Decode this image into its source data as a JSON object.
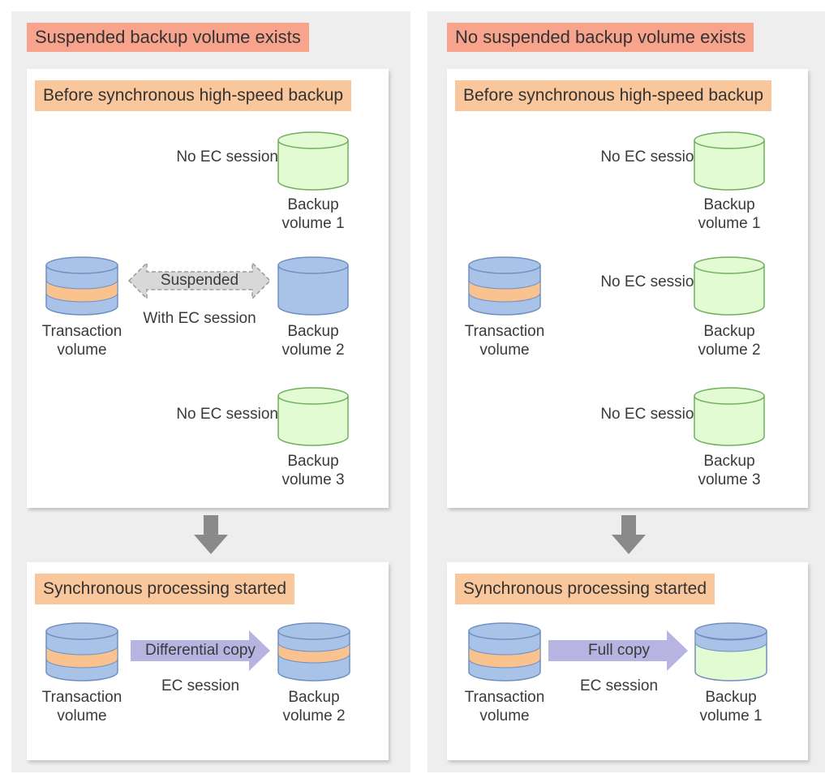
{
  "left": {
    "title": "Suspended backup volume exists",
    "before": {
      "title": "Before synchronous high-speed backup",
      "no_ec_1": "No EC session",
      "backup1": [
        "Backup",
        "volume 1"
      ],
      "suspended": "Suspended",
      "with_ec": "With EC session",
      "transaction": [
        "Transaction",
        "volume"
      ],
      "backup2": [
        "Backup",
        "volume 2"
      ],
      "no_ec_3": "No EC session",
      "backup3": [
        "Backup",
        "volume 3"
      ]
    },
    "after": {
      "title": "Synchronous processing started",
      "copy_label": "Differential copy",
      "ec_session": "EC session",
      "transaction": [
        "Transaction",
        "volume"
      ],
      "backup": [
        "Backup",
        "volume 2"
      ]
    }
  },
  "right": {
    "title": "No suspended backup volume exists",
    "before": {
      "title": "Before synchronous high-speed backup",
      "no_ec_1": "No EC session",
      "backup1": [
        "Backup",
        "volume 1"
      ],
      "no_ec_2": "No EC session",
      "transaction": [
        "Transaction",
        "volume"
      ],
      "backup2": [
        "Backup",
        "volume 2"
      ],
      "no_ec_3": "No EC session",
      "backup3": [
        "Backup",
        "volume 3"
      ]
    },
    "after": {
      "title": "Synchronous processing started",
      "copy_label": "Full copy",
      "ec_session": "EC session",
      "transaction": [
        "Transaction",
        "volume"
      ],
      "backup": [
        "Backup",
        "volume 1"
      ]
    }
  },
  "colors": {
    "panel": "#eeeeee",
    "panel_title": "#f8a48c",
    "box_title": "#fac79c",
    "cyl_green": "#e2fbd2",
    "cyl_blue": "#a9c3e8",
    "cyl_orange": "#f9c28f",
    "cyl_stroke": "#6f8fbf",
    "arrow": "#8a8a8a",
    "copy_arrow": "#b7b4e2"
  },
  "icons": {
    "volume": "cylinder-icon",
    "flow": "arrow-down-icon",
    "copy": "arrow-right-icon",
    "suspended": "double-arrow-icon"
  }
}
